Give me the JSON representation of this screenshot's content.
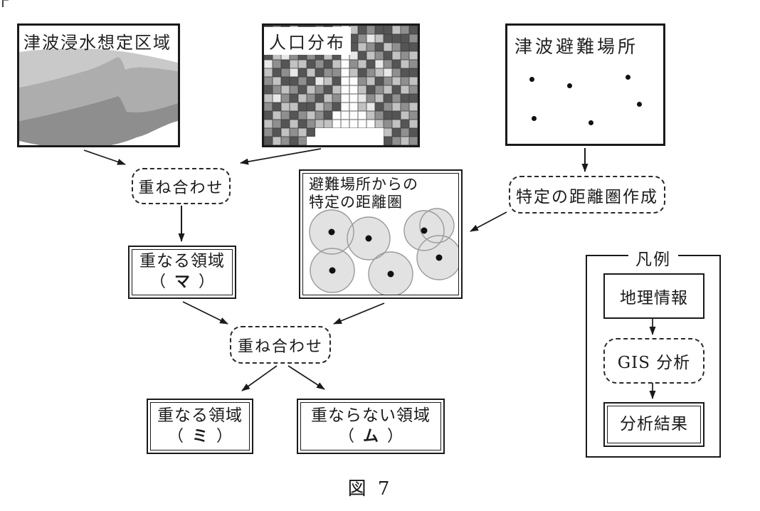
{
  "caption": "図 7",
  "colors": {
    "ink": "#1a1a1a",
    "band_light": "#c9c9c9",
    "band_mid": "#adadad",
    "band_dark": "#8e8e8e",
    "circle_fill": "#e2e2e2",
    "circle_stroke": "#9a9a9a"
  },
  "maps": {
    "tsunami": {
      "title": "津波浸水想定区域"
    },
    "population": {
      "title": "人口分布",
      "grid": {
        "palette": {
          "w": "#ffffff",
          "0": "#fdfdfd",
          "1": "#e8e8e8",
          "2": "#c2c2c2",
          "3": "#8f8f8f",
          "4": "#555555"
        },
        "rows": [
          "434244342024344234",
          "342312434043124443",
          "233434213042342344",
          "421343424014234232",
          "134224342032413423",
          "243142433024321344",
          "324434124003243232",
          "432342342002432423",
          "213423423001324344",
          "342244234002143232",
          "423432340000234423",
          "234243220000023242",
          "342324wwwwwwww2434",
          "42343wwwwwwwww4323"
        ]
      }
    },
    "evacuation": {
      "title": "津波避難場所",
      "points": [
        [
          34,
          75
        ],
        [
          87,
          84
        ],
        [
          169,
          72
        ],
        [
          185,
          110
        ],
        [
          37,
          130
        ],
        [
          117,
          136
        ]
      ]
    }
  },
  "nodes": {
    "overlay1": {
      "label": "重ね合わせ"
    },
    "overlap_ma": {
      "title": "重なる領域",
      "paren_open": "（",
      "choice": "マ",
      "paren_close": "）"
    },
    "distance_map": {
      "title_line1": "避難場所からの",
      "title_line2": "特定の距離圏",
      "circles": [
        [
          188,
          73,
          24,
          false
        ],
        [
          40,
          82,
          31,
          true
        ],
        [
          92,
          91,
          30,
          true
        ],
        [
          170,
          80,
          28,
          true
        ],
        [
          191,
          118,
          31,
          true
        ],
        [
          41,
          136,
          31,
          true
        ],
        [
          123,
          141,
          31,
          true
        ]
      ]
    },
    "create_distance": {
      "label": "特定の距離圏作成"
    },
    "overlay2": {
      "label": "重ね合わせ"
    },
    "overlap_mi": {
      "title": "重なる領域",
      "paren_open": "（",
      "choice": "ミ",
      "paren_close": "）"
    },
    "nonoverlap_mu": {
      "title": "重ならない領域",
      "paren_open": "（",
      "choice": "ム",
      "paren_close": "）"
    }
  },
  "legend": {
    "title": "凡例",
    "items": {
      "geo": "地理情報",
      "gis": "GIS 分析",
      "result": "分析結果"
    }
  }
}
